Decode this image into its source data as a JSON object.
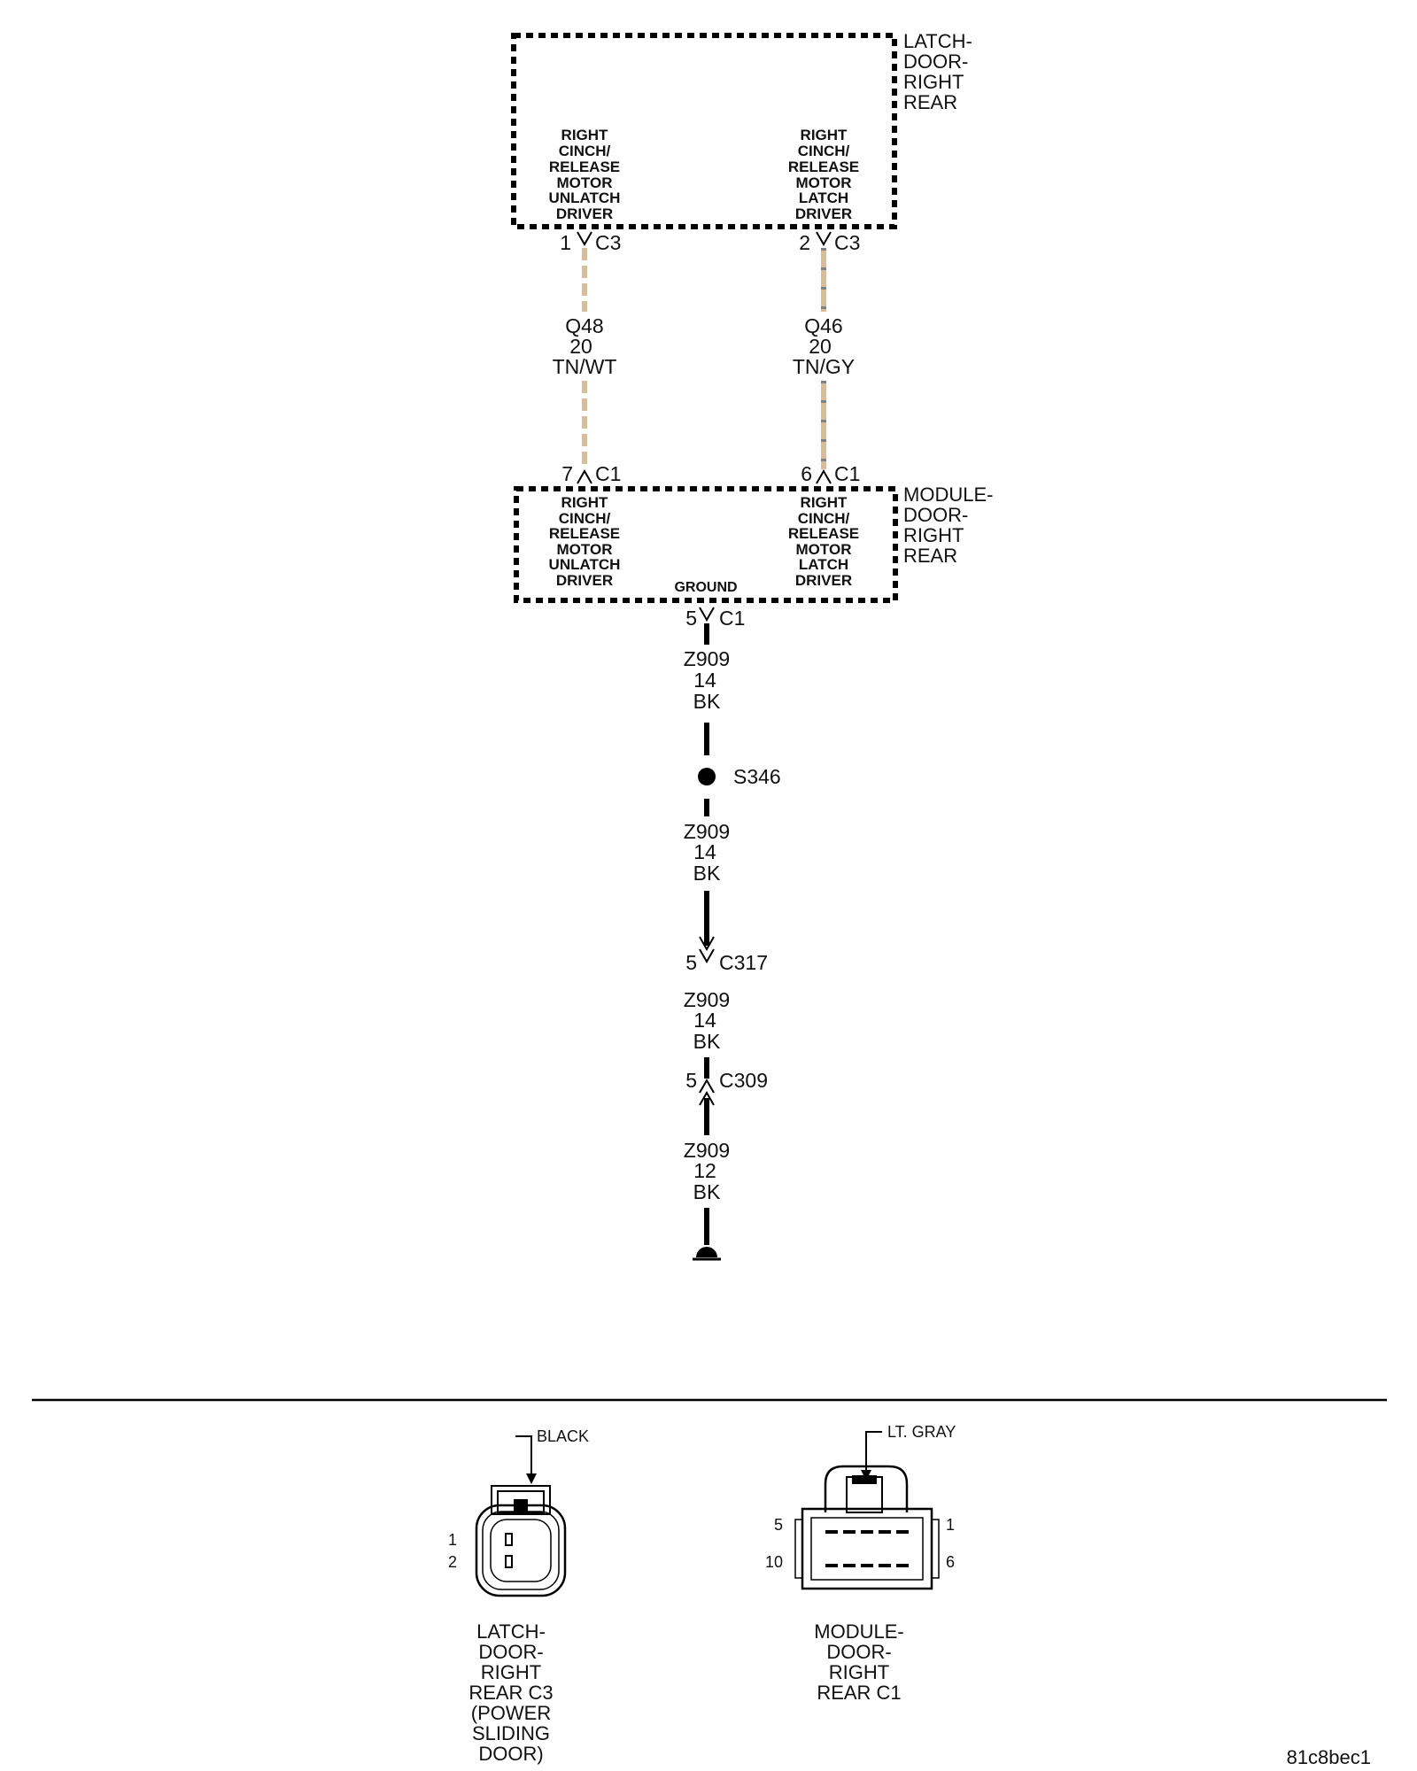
{
  "latch_component": {
    "name_lines": [
      "LATCH-",
      "DOOR-",
      "RIGHT",
      "REAR"
    ],
    "pin1_lines": [
      "RIGHT",
      "CINCH/",
      "RELEASE",
      "MOTOR",
      "UNLATCH",
      "DRIVER"
    ],
    "pin2_lines": [
      "RIGHT",
      "CINCH/",
      "RELEASE",
      "MOTOR",
      "LATCH",
      "DRIVER"
    ],
    "pin1_cavity": "1",
    "pin1_connector": "C3",
    "pin2_cavity": "2",
    "pin2_connector": "C3"
  },
  "wires": {
    "q48": {
      "circuit": "Q48",
      "gauge": "20",
      "color": "TN/WT"
    },
    "q46": {
      "circuit": "Q46",
      "gauge": "20",
      "color": "TN/GY"
    },
    "z909_a": {
      "circuit": "Z909",
      "gauge": "14",
      "color": "BK"
    },
    "z909_b": {
      "circuit": "Z909",
      "gauge": "14",
      "color": "BK"
    },
    "z909_c": {
      "circuit": "Z909",
      "gauge": "14",
      "color": "BK"
    },
    "z909_d": {
      "circuit": "Z909",
      "gauge": "12",
      "color": "BK"
    }
  },
  "module_component": {
    "name_lines": [
      "MODULE-",
      "DOOR-",
      "RIGHT",
      "REAR"
    ],
    "pin7_lines": [
      "RIGHT",
      "CINCH/",
      "RELEASE",
      "MOTOR",
      "UNLATCH",
      "DRIVER"
    ],
    "pin6_lines": [
      "RIGHT",
      "CINCH/",
      "RELEASE",
      "MOTOR",
      "LATCH",
      "DRIVER"
    ],
    "ground_label": "GROUND",
    "pin7_cavity": "7",
    "pin7_connector": "C1",
    "pin6_cavity": "6",
    "pin6_connector": "C1",
    "pin5_cavity": "5",
    "pin5_connector": "C1"
  },
  "splice": {
    "label": "S346"
  },
  "inline_connectors": {
    "c317": {
      "cavity": "5",
      "name": "C317"
    },
    "c309": {
      "cavity": "5",
      "name": "C309"
    }
  },
  "connector_views": {
    "latch": {
      "color_label": "BLACK",
      "pins": [
        "1",
        "2"
      ],
      "caption_lines": [
        "LATCH-",
        "DOOR-",
        "RIGHT",
        "REAR C3",
        "(POWER",
        "SLIDING",
        "DOOR)"
      ]
    },
    "module": {
      "color_label": "LT. GRAY",
      "pin_left_top": "5",
      "pin_right_top": "1",
      "pin_left_bottom": "10",
      "pin_right_bottom": "6",
      "caption_lines": [
        "MODULE-",
        "DOOR-",
        "RIGHT",
        "REAR C1"
      ]
    }
  },
  "image_id": "81c8bec1",
  "colors": {
    "tan": "#d8bd98",
    "gray_stripe": "#808080",
    "black_wire": "#000000"
  }
}
